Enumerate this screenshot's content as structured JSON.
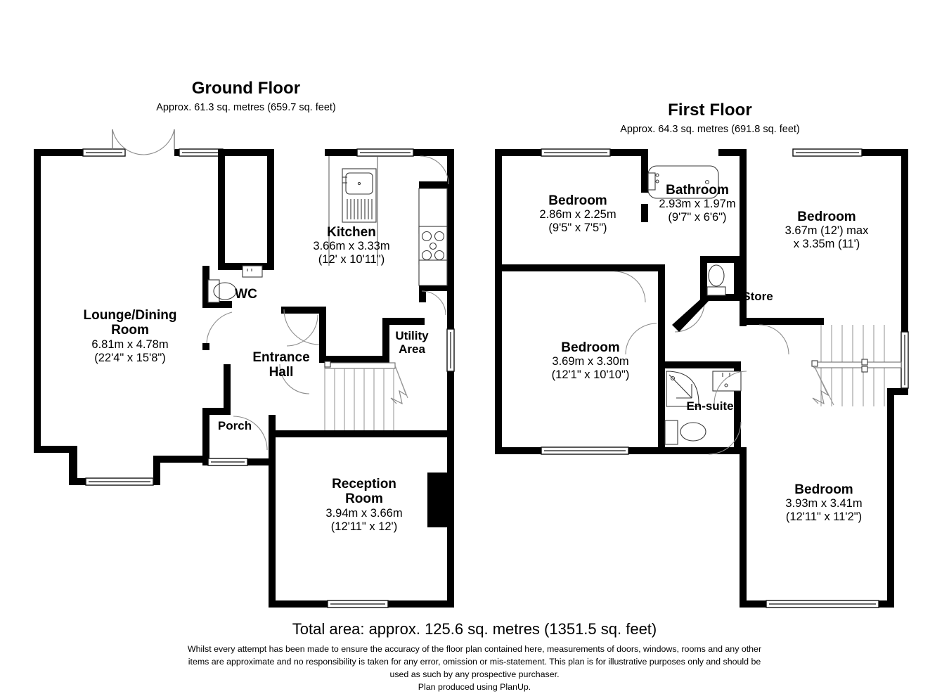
{
  "document": {
    "type": "floor-plan",
    "producer_note": "Plan produced using PlanUp."
  },
  "floors": [
    {
      "id": "ground",
      "title": "Ground Floor",
      "area_line": "Approx. 61.3 sq. metres (659.7 sq. feet)",
      "rooms": [
        {
          "id": "lounge-dining-room",
          "name_line1": "Lounge/Dining",
          "name_line2": "Room",
          "dim_metric": "6.81m x 4.78m",
          "dim_imperial": "(22'4\" x 15'8\")"
        },
        {
          "id": "kitchen",
          "name_line1": "Kitchen",
          "name_line2": "",
          "dim_metric": "3.66m x 3.33m",
          "dim_imperial": "(12' x 10'11\")"
        },
        {
          "id": "wc",
          "name_line1": "WC",
          "name_line2": "",
          "dim_metric": "",
          "dim_imperial": ""
        },
        {
          "id": "entrance-hall",
          "name_line1": "Entrance",
          "name_line2": "Hall",
          "dim_metric": "",
          "dim_imperial": ""
        },
        {
          "id": "utility-area",
          "name_line1": "Utility",
          "name_line2": "Area",
          "dim_metric": "",
          "dim_imperial": ""
        },
        {
          "id": "porch",
          "name_line1": "Porch",
          "name_line2": "",
          "dim_metric": "",
          "dim_imperial": ""
        },
        {
          "id": "reception-room",
          "name_line1": "Reception",
          "name_line2": "Room",
          "dim_metric": "3.94m x 3.66m",
          "dim_imperial": "(12'11\" x 12')"
        }
      ]
    },
    {
      "id": "first",
      "title": "First Floor",
      "area_line": "Approx. 64.3 sq. metres (691.8 sq. feet)",
      "rooms": [
        {
          "id": "bedroom-front-left",
          "name_line1": "Bedroom",
          "name_line2": "",
          "dim_metric": "2.86m x 2.25m",
          "dim_imperial": "(9'5\" x 7'5\")"
        },
        {
          "id": "bathroom",
          "name_line1": "Bathroom",
          "name_line2": "",
          "dim_metric": "2.93m x 1.97m",
          "dim_imperial": "(9'7\" x 6'6\")"
        },
        {
          "id": "bedroom-front-right",
          "name_line1": "Bedroom",
          "name_line2": "",
          "dim_metric": "3.67m (12') max",
          "dim_imperial": "x 3.35m (11')"
        },
        {
          "id": "bedroom-mid-left",
          "name_line1": "Bedroom",
          "name_line2": "",
          "dim_metric": "3.69m x 3.30m",
          "dim_imperial": "(12'1\" x 10'10\")"
        },
        {
          "id": "store",
          "name_line1": "Store",
          "name_line2": "",
          "dim_metric": "",
          "dim_imperial": ""
        },
        {
          "id": "en-suite",
          "name_line1": "En-suite",
          "name_line2": "",
          "dim_metric": "",
          "dim_imperial": ""
        },
        {
          "id": "bedroom-rear-right",
          "name_line1": "Bedroom",
          "name_line2": "",
          "dim_metric": "3.93m x 3.41m",
          "dim_imperial": "(12'11\" x 11'2\")"
        }
      ]
    }
  ],
  "footer": {
    "total_area": "Total area: approx. 125.6 sq. metres (1351.5 sq. feet)",
    "disclaimer_line1": "Whilst every attempt has been made to ensure the accuracy of the floor plan contained here, measurements of doors, windows, rooms and any other",
    "disclaimer_line2": "items are approximate and no responsibility is taken for any error, omission or mis-statement. This plan is for illustrative purposes only and should be",
    "disclaimer_line3": "used as such by any prospective purchaser.",
    "disclaimer_line4": "Plan produced using PlanUp."
  },
  "colors": {
    "wall": "#000000",
    "background": "#ffffff",
    "text": "#000000",
    "door_arc": "#8d8d8d",
    "fixture_stroke": "#3a3a3a"
  }
}
